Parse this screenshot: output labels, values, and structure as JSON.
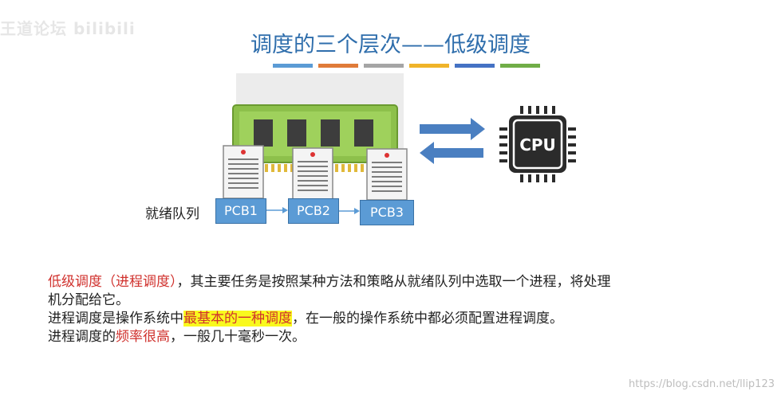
{
  "watermark_tl": "王道论坛 bilibili",
  "title": "调度的三个层次——低级调度",
  "color_bar": [
    "#5b9bd5",
    "#e07b39",
    "#a5a5a5",
    "#f0b429",
    "#4472c4",
    "#70ad47"
  ],
  "diagram": {
    "ready_queue_label": "就绪队列",
    "pcbs": [
      "PCB1",
      "PCB2",
      "PCB3"
    ],
    "cpu_label": "CPU"
  },
  "text": {
    "line1_red": "低级调度（进程调度）",
    "line1_rest": "，其主要任务是按照某种方法和策略从就绪队列中选取一个进程，将处理",
    "line2": "机分配给它。",
    "line3_a": "进程调度是操作系统中",
    "line3_hl": "最基本的一种调度",
    "line3_b": "，在一般的操作系统中都必须配置进程调度。",
    "line4_a": "进程调度的",
    "line4_red": "频率很高",
    "line4_b": "，一般几十毫秒一次。"
  },
  "watermark_br": "https://blog.csdn.net/llip123"
}
